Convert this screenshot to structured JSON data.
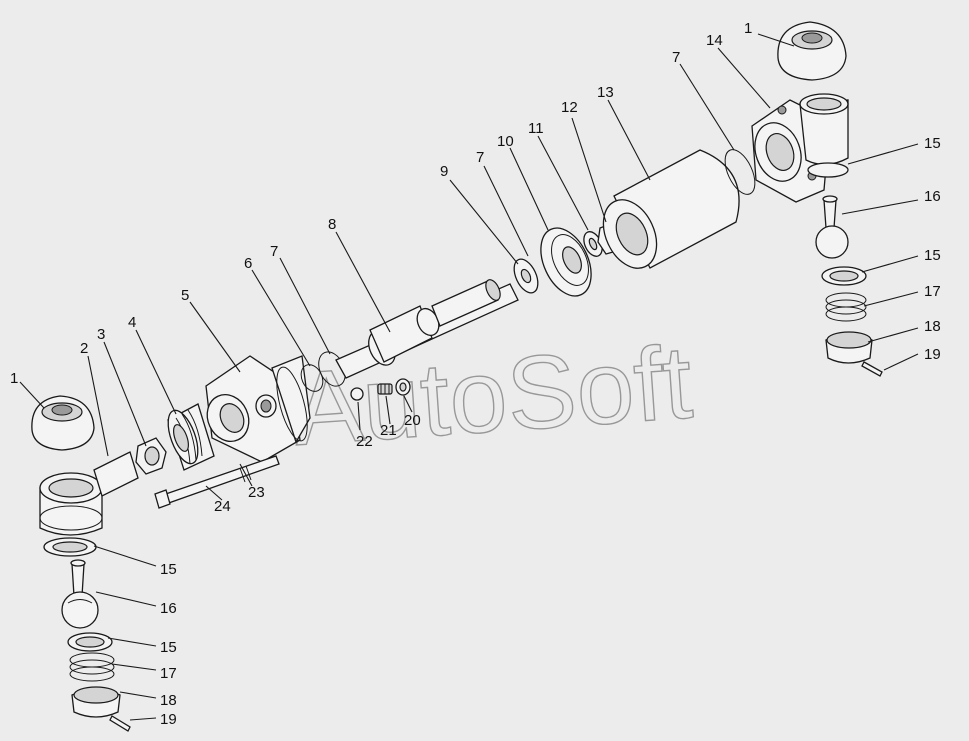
{
  "diagram": {
    "watermark": "AutoSoft",
    "callouts": [
      {
        "id": "c1a",
        "label": "1"
      },
      {
        "id": "c1b",
        "label": "1"
      },
      {
        "id": "c2",
        "label": "2"
      },
      {
        "id": "c3",
        "label": "3"
      },
      {
        "id": "c4",
        "label": "4"
      },
      {
        "id": "c5",
        "label": "5"
      },
      {
        "id": "c6",
        "label": "6"
      },
      {
        "id": "c7a",
        "label": "7"
      },
      {
        "id": "c7b",
        "label": "7"
      },
      {
        "id": "c7c",
        "label": "7"
      },
      {
        "id": "c8",
        "label": "8"
      },
      {
        "id": "c9",
        "label": "9"
      },
      {
        "id": "c10",
        "label": "10"
      },
      {
        "id": "c11",
        "label": "11"
      },
      {
        "id": "c12",
        "label": "12"
      },
      {
        "id": "c13",
        "label": "13"
      },
      {
        "id": "c14",
        "label": "14"
      },
      {
        "id": "c15a",
        "label": "15"
      },
      {
        "id": "c15b",
        "label": "15"
      },
      {
        "id": "c15c",
        "label": "15"
      },
      {
        "id": "c15d",
        "label": "15"
      },
      {
        "id": "c16a",
        "label": "16"
      },
      {
        "id": "c16b",
        "label": "16"
      },
      {
        "id": "c17a",
        "label": "17"
      },
      {
        "id": "c17b",
        "label": "17"
      },
      {
        "id": "c18a",
        "label": "18"
      },
      {
        "id": "c18b",
        "label": "18"
      },
      {
        "id": "c19a",
        "label": "19"
      },
      {
        "id": "c19b",
        "label": "19"
      },
      {
        "id": "c20",
        "label": "20"
      },
      {
        "id": "c21",
        "label": "21"
      },
      {
        "id": "c22",
        "label": "22"
      },
      {
        "id": "c23",
        "label": "23"
      },
      {
        "id": "c24",
        "label": "24"
      }
    ]
  }
}
